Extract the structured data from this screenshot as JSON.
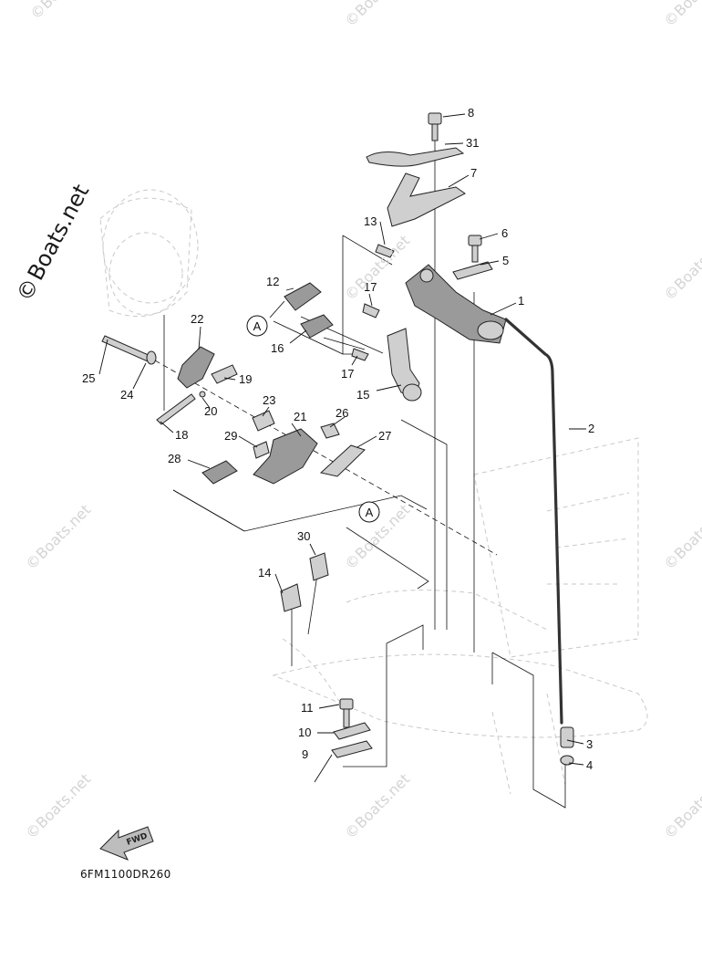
{
  "diagram": {
    "watermark_text": "Boats.net",
    "watermark_copyright": "©",
    "diagram_code": "6FM1100DR260",
    "fwd_label": "FWD",
    "ref_marker": "A",
    "callouts": [
      "1",
      "2",
      "3",
      "4",
      "5",
      "6",
      "7",
      "8",
      "9",
      "10",
      "11",
      "12",
      "13",
      "14",
      "15",
      "16",
      "17",
      "18",
      "19",
      "20",
      "21",
      "22",
      "23",
      "24",
      "25",
      "26",
      "27",
      "28",
      "29",
      "30",
      "31"
    ],
    "label_17_second": "17"
  }
}
